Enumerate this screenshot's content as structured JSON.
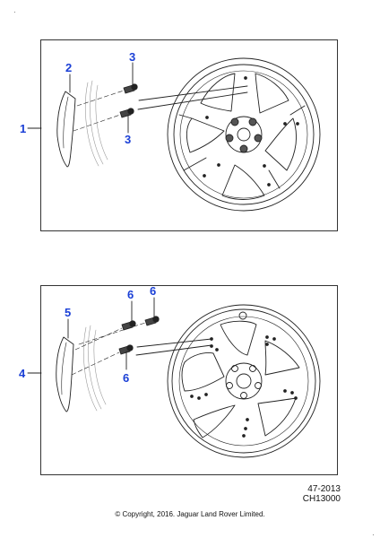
{
  "callouts": {
    "panel1_kit": "1",
    "panel1_mudflap": "2",
    "panel1_screw_top": "3",
    "panel1_screw_bottom": "3",
    "panel2_kit": "4",
    "panel2_mudflap": "5",
    "panel2_screw_a": "6",
    "panel2_screw_b": "6",
    "panel2_screw_c": "6"
  },
  "reference": {
    "code": "47-2013",
    "part": "CH13000"
  },
  "copyright": "© Copyright, 2016. Jaguar Land Rover Limited.",
  "colors": {
    "callout": "#1a3fd6",
    "line": "#222222",
    "frame": "#333333"
  }
}
